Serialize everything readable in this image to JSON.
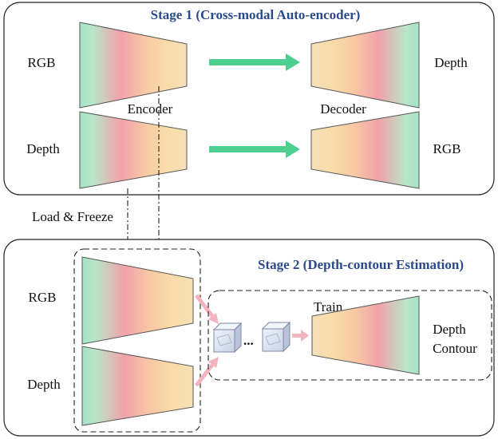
{
  "stage1": {
    "title": "Stage 1 (Cross-modal Auto-encoder)",
    "row1_input": "RGB",
    "row1_output": "Depth",
    "row2_input": "Depth",
    "row2_output": "RGB",
    "encoder_label": "Encoder",
    "decoder_label": "Decoder"
  },
  "load_freeze_label": "Load & Freeze",
  "stage2": {
    "title": "Stage 2 (Depth-contour Estimation)",
    "input1": "RGB",
    "input2": "Depth",
    "train_label": "Train",
    "ellipsis": "...",
    "output_line1": "Depth",
    "output_line2": "Contour"
  },
  "colors": {
    "title_blue": "#2b4a8b",
    "arrow_green": "#4ccf8f",
    "arrow_pink": "#f4b3bf",
    "gradient": [
      "#a8e6c8",
      "#f2a0a8",
      "#f8d8a8",
      "#a8e6c8"
    ]
  }
}
